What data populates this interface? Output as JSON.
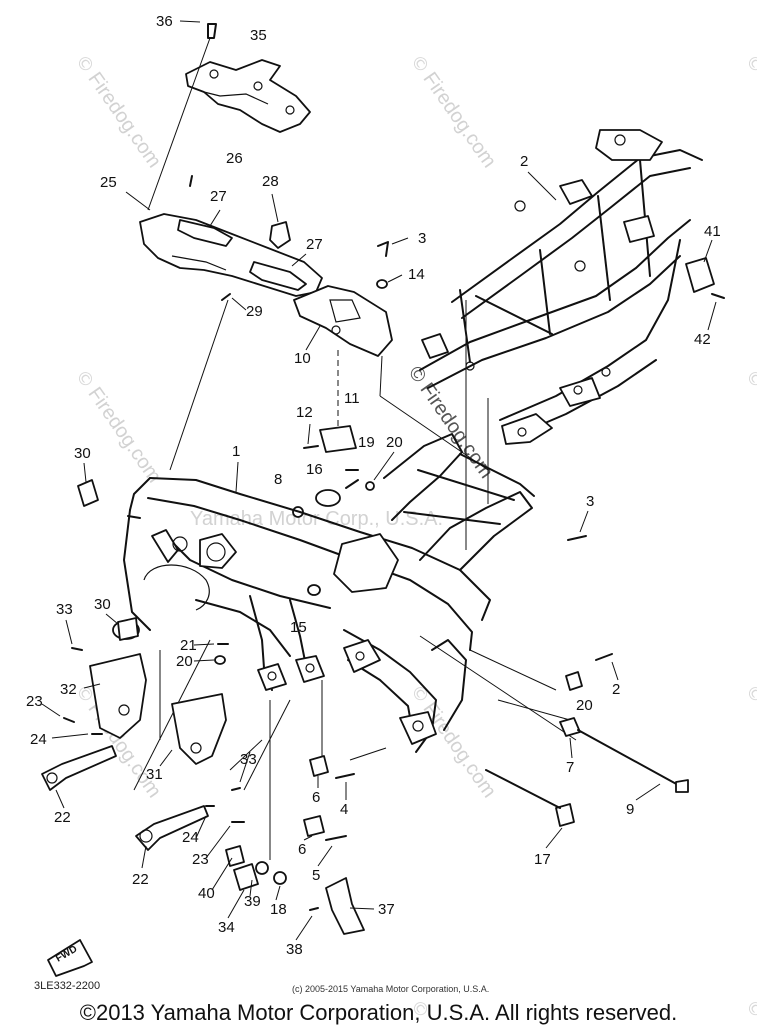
{
  "diagram": {
    "code": "3LE332-2200",
    "small_copyright": "(c) 2005-2015 Yamaha Motor Corporation, U.S.A.",
    "copyright": "©2013 Yamaha Motor Corporation, U.S.A. All rights reserved.",
    "center_watermark": "© Firedog.com",
    "faint_watermark": "Yamaha Motor Corp., U.S.A.",
    "repeating_watermark": "Firedog.com",
    "fwd_label": "FWD",
    "part_labels": [
      "36",
      "35",
      "26",
      "25",
      "27",
      "28",
      "27",
      "29",
      "2",
      "3",
      "14",
      "41",
      "42",
      "10",
      "11",
      "12",
      "19",
      "20",
      "1",
      "30",
      "8",
      "16",
      "3",
      "33",
      "30",
      "15",
      "21",
      "20",
      "32",
      "2",
      "20",
      "23",
      "24",
      "31",
      "33",
      "7",
      "9",
      "22",
      "6",
      "4",
      "6",
      "5",
      "24",
      "23",
      "40",
      "39",
      "18",
      "37",
      "22",
      "34",
      "38",
      "17"
    ]
  }
}
